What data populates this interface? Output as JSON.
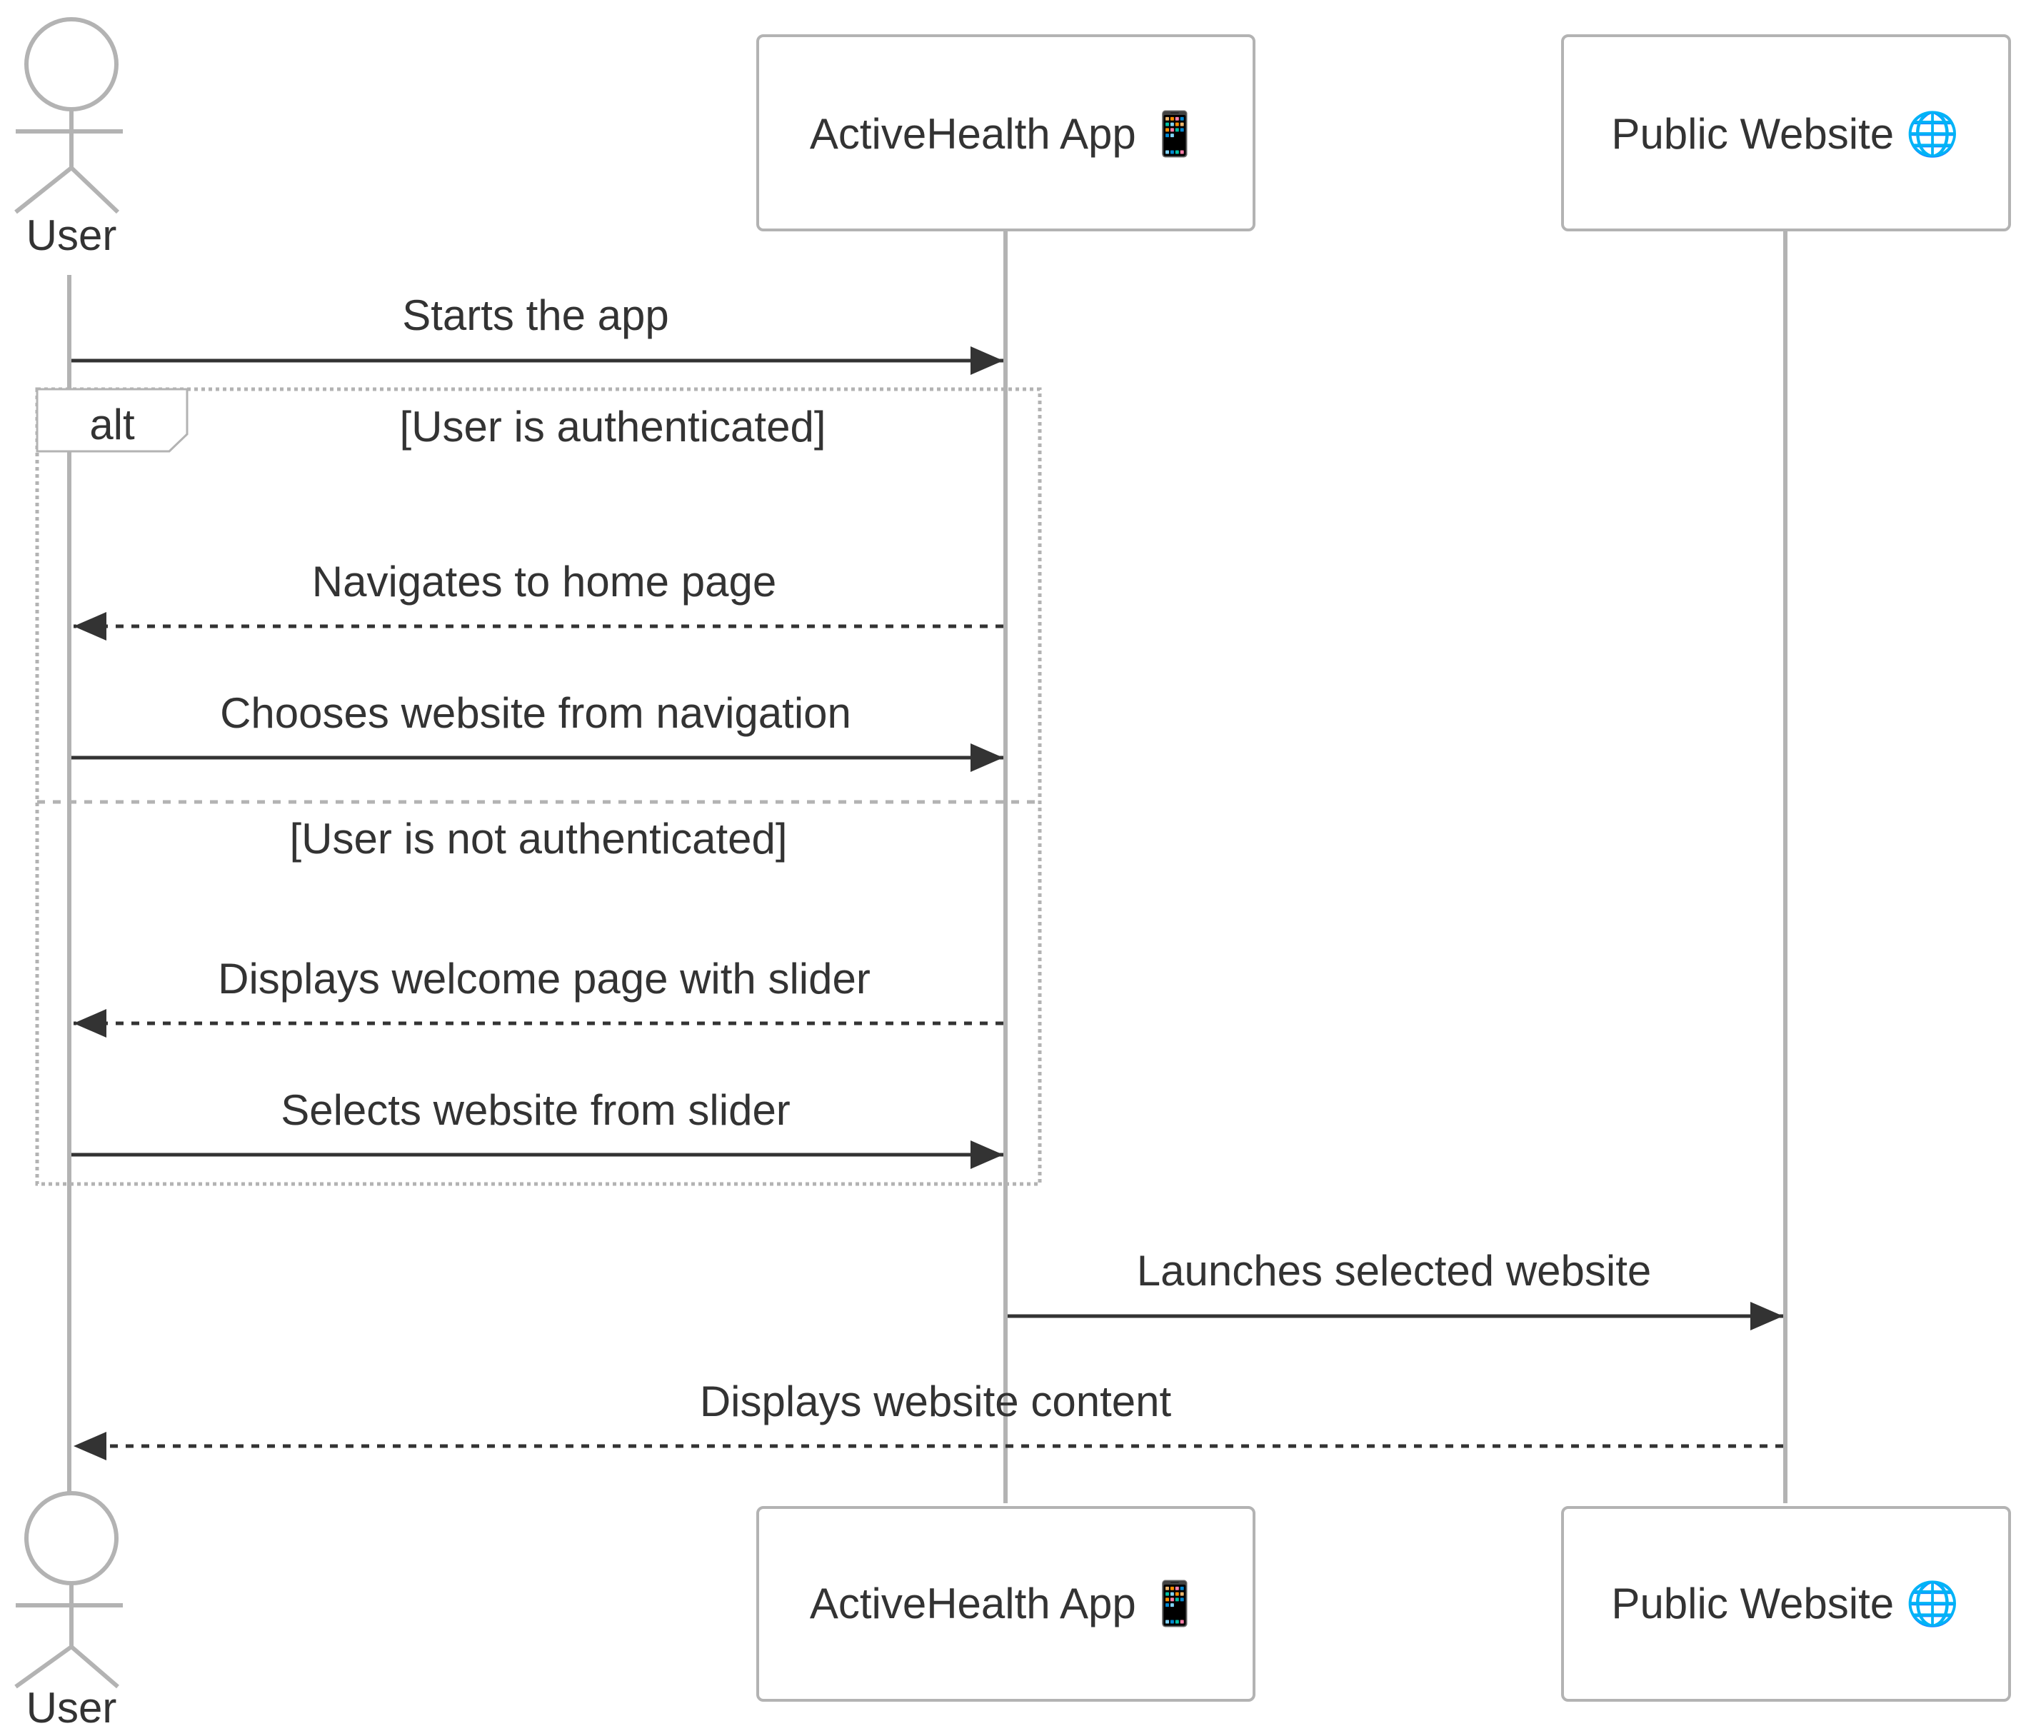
{
  "participants": [
    {
      "id": "user",
      "label": "User",
      "kind": "actor"
    },
    {
      "id": "app",
      "label": "ActiveHealth App",
      "icon": "mobile-phone-icon",
      "icon_glyph": "📱",
      "kind": "box"
    },
    {
      "id": "web",
      "label": "Public Website",
      "icon": "globe-icon",
      "icon_glyph": "🌐",
      "kind": "box"
    }
  ],
  "messages": [
    {
      "from": "user",
      "to": "app",
      "label": "Starts the app",
      "style": "solid"
    },
    {
      "from": "app",
      "to": "user",
      "label": "Navigates to home page",
      "style": "dashed"
    },
    {
      "from": "user",
      "to": "app",
      "label": "Chooses website from navigation",
      "style": "solid"
    },
    {
      "from": "app",
      "to": "user",
      "label": "Displays welcome page with slider",
      "style": "dashed"
    },
    {
      "from": "user",
      "to": "app",
      "label": "Selects website from slider",
      "style": "solid"
    },
    {
      "from": "app",
      "to": "web",
      "label": "Launches selected website",
      "style": "solid"
    },
    {
      "from": "web",
      "to": "user",
      "label": "Displays website content",
      "style": "dashed"
    }
  ],
  "fragment": {
    "type": "alt",
    "conditions": [
      "[User is authenticated]",
      "[User is not authenticated]"
    ]
  },
  "colors": {
    "lifeline": "#b3b3b3",
    "box_border": "#b3b3b3",
    "arrow": "#333333",
    "text": "#333333",
    "fragment_border": "#b3b3b3",
    "background": "#ffffff"
  }
}
